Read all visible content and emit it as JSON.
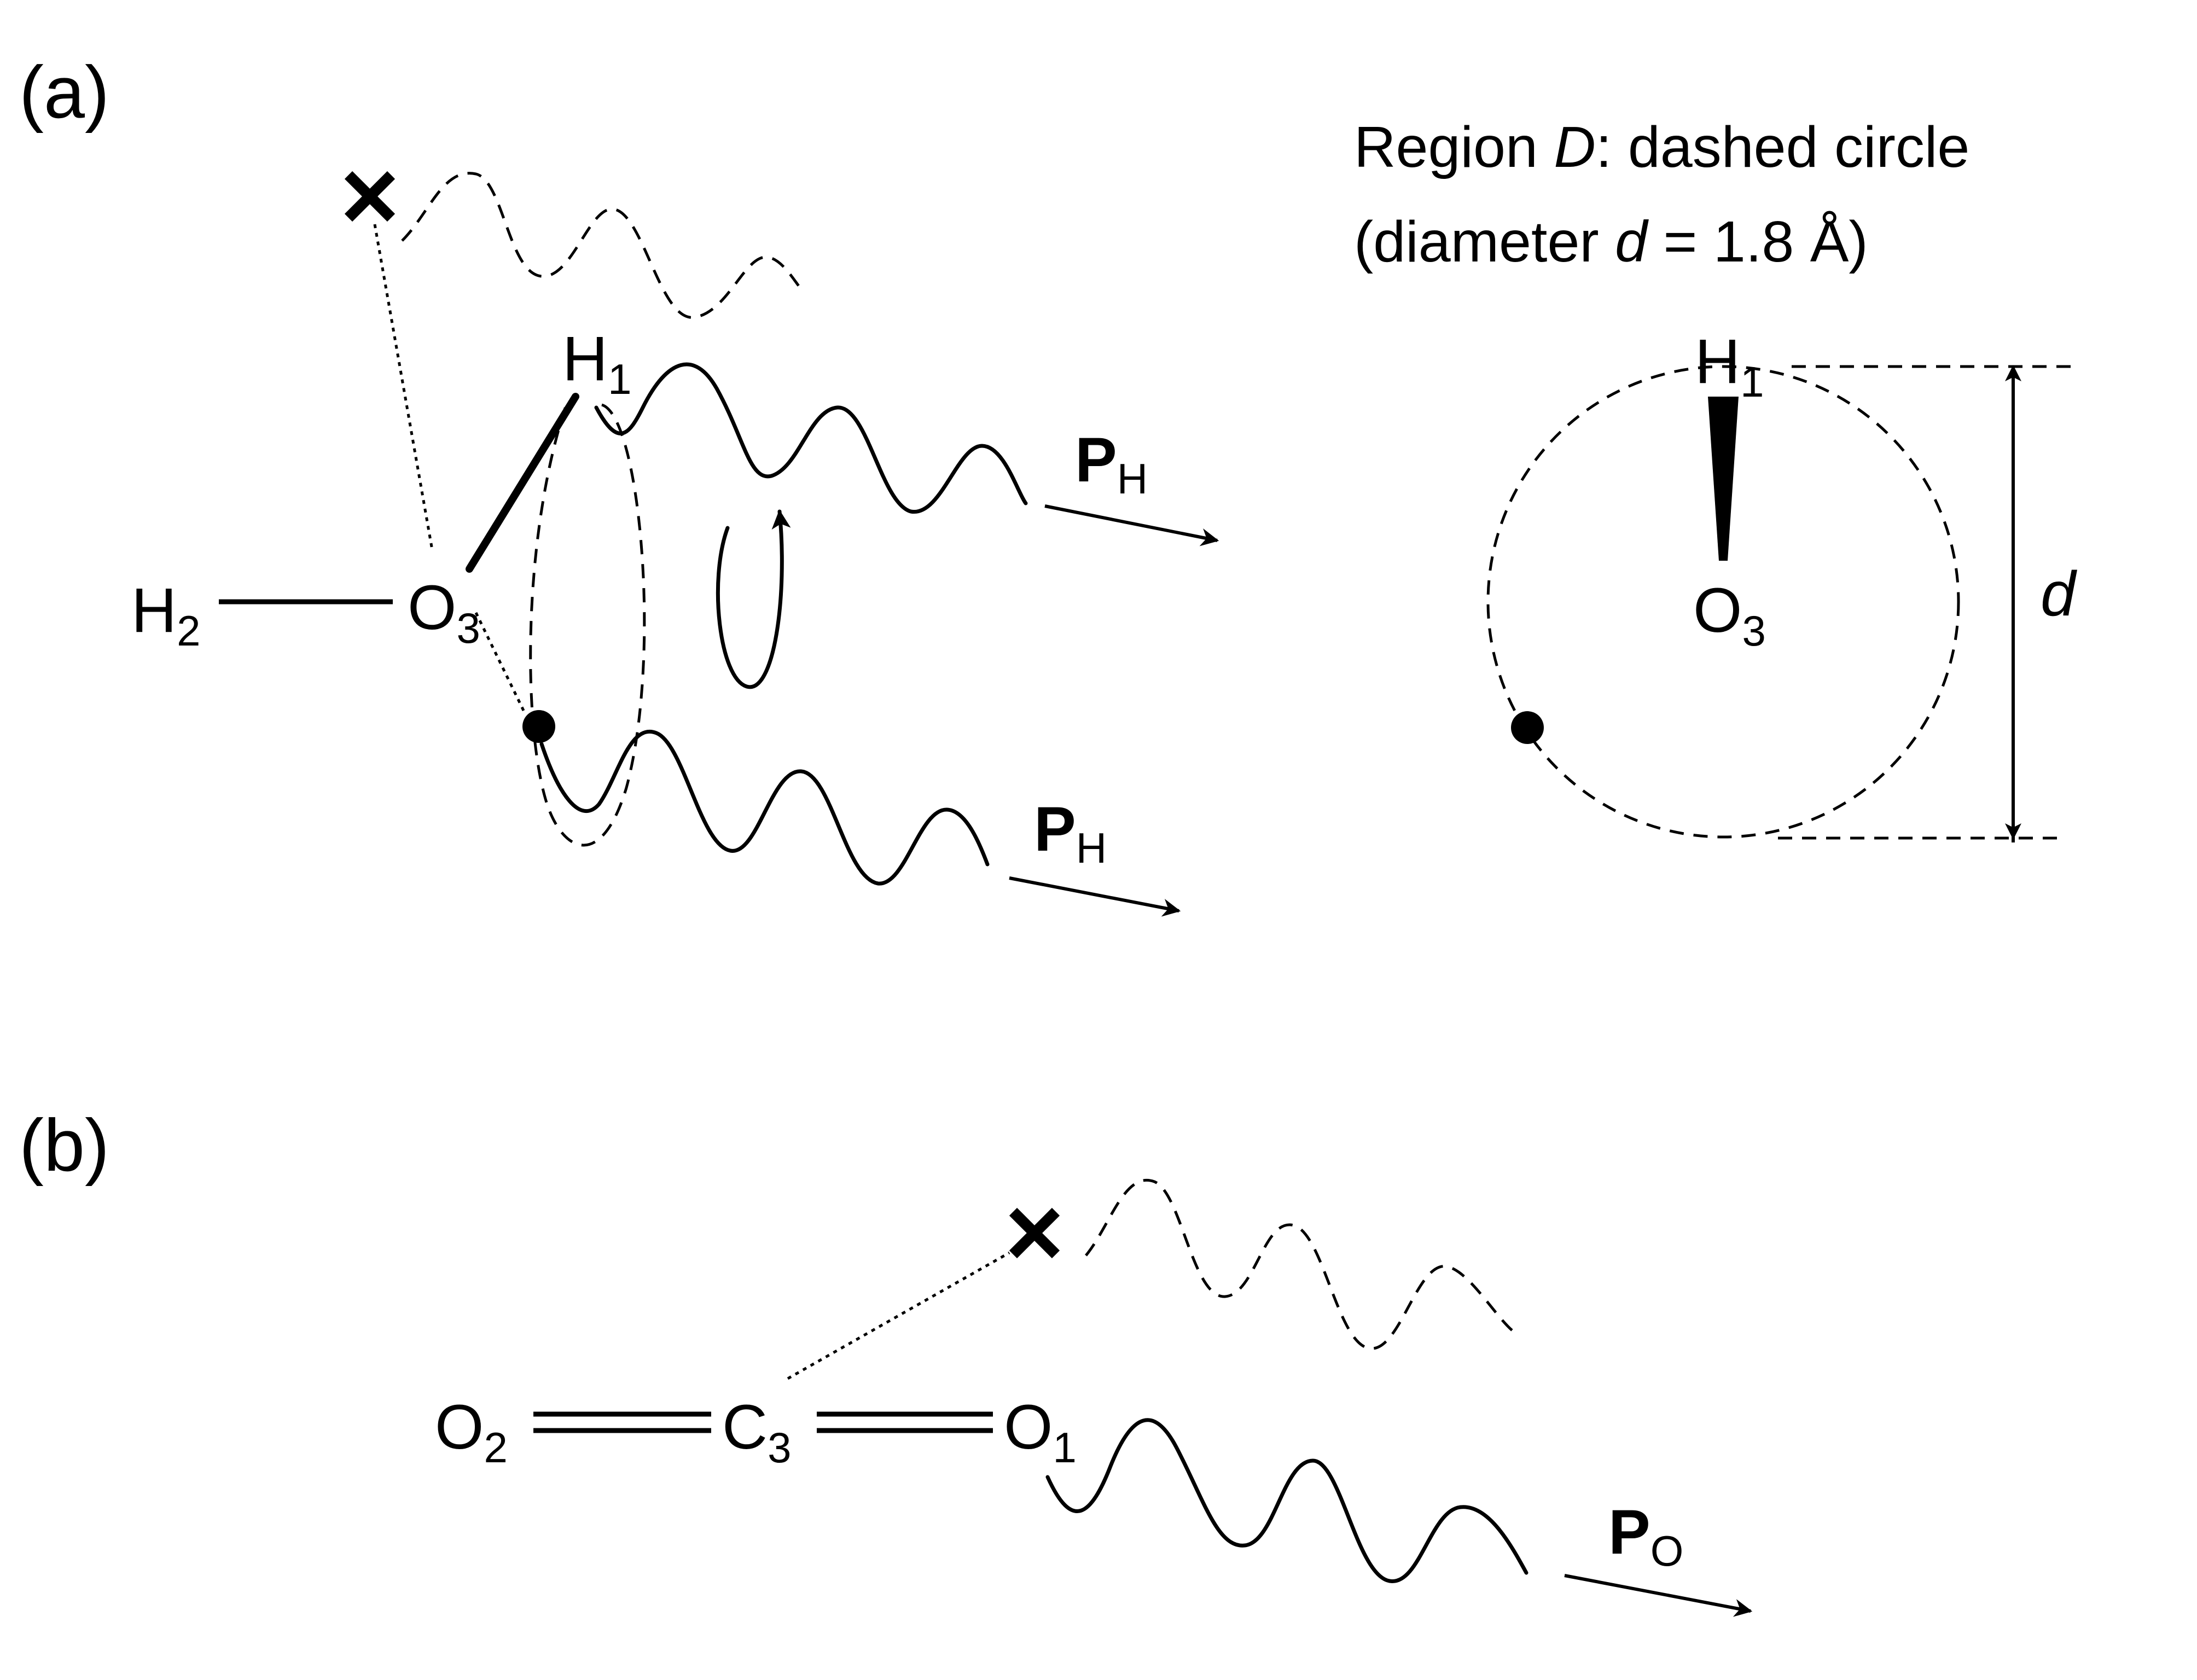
{
  "panel_a": {
    "label": "(a)",
    "atom_h2": {
      "base": "H",
      "sub": "2"
    },
    "atom_o3": {
      "base": "O",
      "sub": "3"
    },
    "atom_h1": {
      "base": "H",
      "sub": "1"
    },
    "momentum_upper": {
      "base": "P",
      "sub": "H"
    },
    "momentum_lower": {
      "base": "P",
      "sub": "H"
    },
    "region_note_line1_pre": "Region ",
    "region_note_line1_italic": "D",
    "region_note_line1_post": ": dashed circle",
    "region_note_line2_pre": "(diameter ",
    "region_note_line2_italic": "d",
    "region_note_line2_post": " = 1.8 Å)",
    "inset_atom_h1": {
      "base": "H",
      "sub": "1"
    },
    "inset_atom_o3": {
      "base": "O",
      "sub": "3"
    },
    "dimension_label": "d"
  },
  "panel_b": {
    "label": "(b)",
    "atom_o2": {
      "base": "O",
      "sub": "2"
    },
    "atom_c3": {
      "base": "C",
      "sub": "3"
    },
    "atom_o1": {
      "base": "O",
      "sub": "1"
    },
    "momentum": {
      "base": "P",
      "sub": "O"
    }
  }
}
